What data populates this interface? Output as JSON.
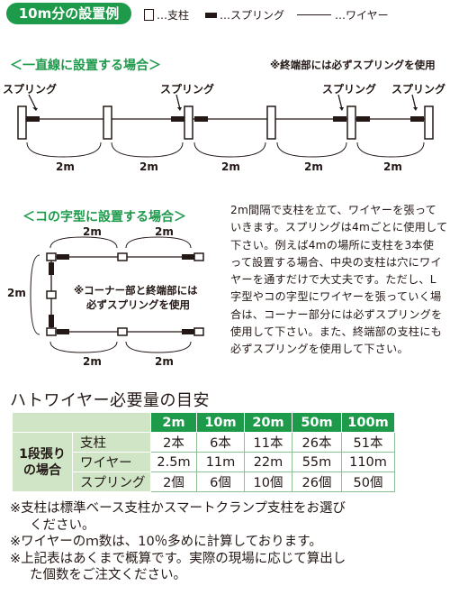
{
  "header": {
    "title": "10m分の設置例",
    "legend": {
      "post": "…支柱",
      "spring": "…スプリング",
      "wire": "…ワイヤー"
    }
  },
  "straight": {
    "title": "＜一直線に設置する場合＞",
    "note": "※終端部には必ずスプリングを使用",
    "spring_label": "スプリング",
    "distance_label": "2m"
  },
  "u_shape": {
    "title": "＜コの字型に設置する場合＞",
    "note_line1": "※コーナー部と終端部には",
    "note_line2": "必ずスプリングを使用",
    "distance_label": "2m"
  },
  "description": [
    "2m間隔で支柱を立て、ワイヤーを張って",
    "いきます。スプリングは4mごとに使用して",
    "下さい。例えば4mの場所に支柱を3本使",
    "って設置する場合、中央の支柱は穴にワイ",
    "ヤーを通すだけで大丈夫です。ただし、L",
    "字型やコの字型にワイヤーを張っていく場",
    "合は、コーナー部分には必ずスプリングを",
    "使用して下さい。また、終端部の支柱にも",
    "必ずスプリングを使用して下さい。"
  ],
  "table": {
    "title": "ハトワイヤー必要量の目安",
    "columns": [
      "2m",
      "10m",
      "20m",
      "50m",
      "100m"
    ],
    "row_header_line1": "1段張り",
    "row_header_line2": "の場合",
    "rows": [
      {
        "item": "支柱",
        "values": [
          "2本",
          "6本",
          "11本",
          "26本",
          "51本"
        ]
      },
      {
        "item": "ワイヤー",
        "values": [
          "2.5m",
          "11m",
          "22m",
          "55m",
          "110m"
        ]
      },
      {
        "item": "スプリング",
        "values": [
          "2個",
          "6個",
          "10個",
          "26個",
          "50個"
        ]
      }
    ]
  },
  "notes": [
    "※支柱は標準ベース支柱かスマートクランプ支柱をお選び",
    "ください。",
    "※ワイヤーのｍ数は、10％多めに計算しております。",
    "※上記表はあくまで概算です。実際の現場に応じて算出し",
    "た個数をご注文ください。"
  ],
  "colors": {
    "accent": "#1e9a4b",
    "table_light": "#cfe5c6",
    "text": "#231815"
  }
}
